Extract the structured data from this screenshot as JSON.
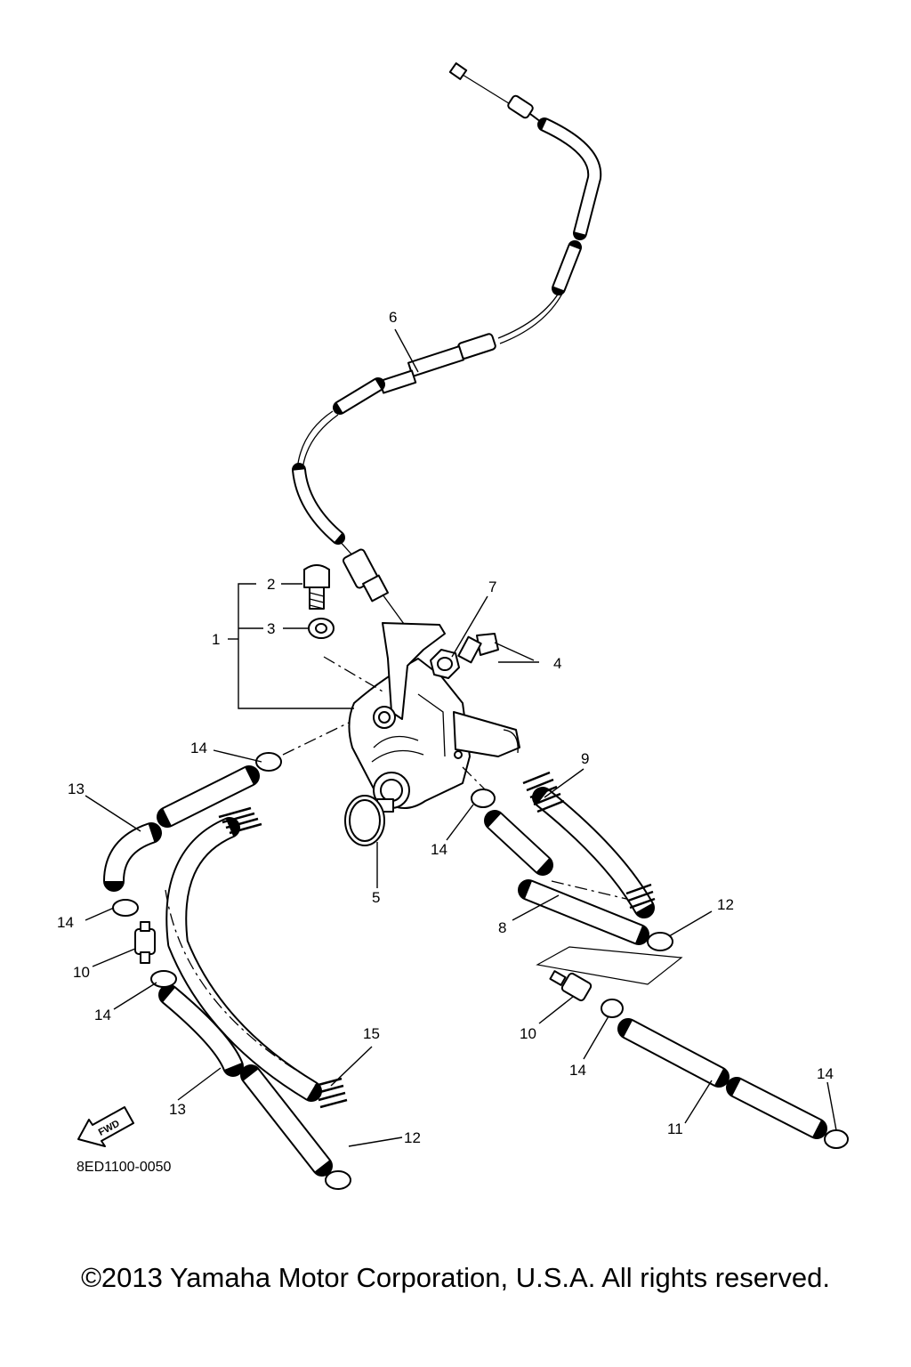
{
  "diagram": {
    "callouts": [
      {
        "id": "1",
        "text": "1"
      },
      {
        "id": "2",
        "text": "2"
      },
      {
        "id": "3",
        "text": "3"
      },
      {
        "id": "4",
        "text": "4"
      },
      {
        "id": "5",
        "text": "5"
      },
      {
        "id": "6",
        "text": "6"
      },
      {
        "id": "7",
        "text": "7"
      },
      {
        "id": "8",
        "text": "8"
      },
      {
        "id": "9",
        "text": "9"
      },
      {
        "id": "10a",
        "text": "10"
      },
      {
        "id": "10b",
        "text": "10"
      },
      {
        "id": "11",
        "text": "11"
      },
      {
        "id": "12a",
        "text": "12"
      },
      {
        "id": "12b",
        "text": "12"
      },
      {
        "id": "13a",
        "text": "13"
      },
      {
        "id": "13b",
        "text": "13"
      },
      {
        "id": "14a",
        "text": "14"
      },
      {
        "id": "14b",
        "text": "14"
      },
      {
        "id": "14c",
        "text": "14"
      },
      {
        "id": "14d",
        "text": "14"
      },
      {
        "id": "14e",
        "text": "14"
      },
      {
        "id": "14f",
        "text": "14"
      },
      {
        "id": "15",
        "text": "15"
      }
    ],
    "fwd_label": "FWD",
    "drawing_code": "8ED1100-0050"
  },
  "footer": {
    "copyright": "©2013 Yamaha Motor Corporation, U.S.A. All rights reserved."
  }
}
